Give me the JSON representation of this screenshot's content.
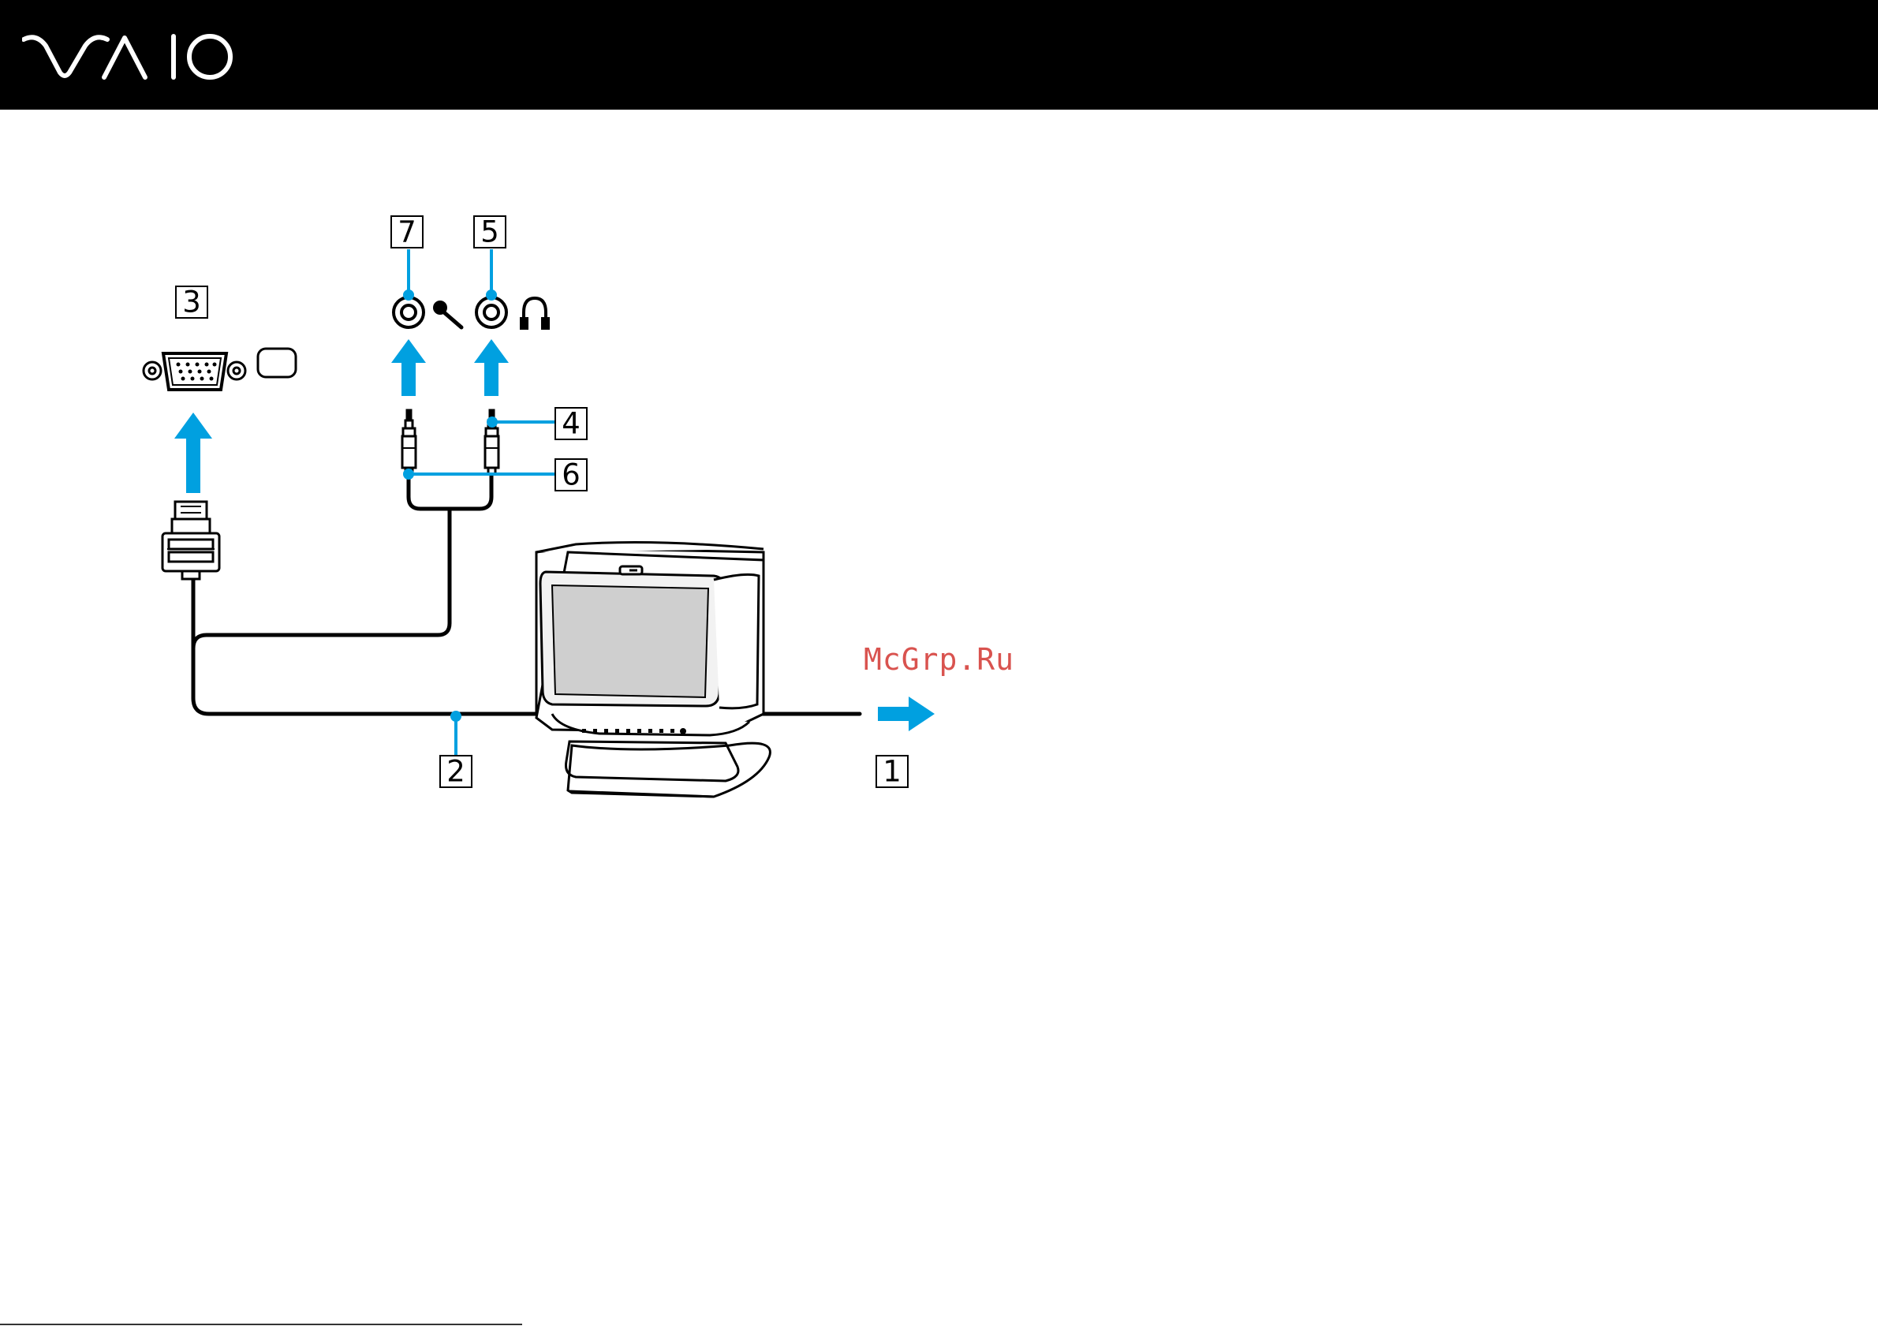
{
  "header": {
    "brand_logo_text": "VAIO",
    "background_color": "#000000",
    "logo_color": "#ffffff"
  },
  "diagram": {
    "accent_color": "#00a0e0",
    "callouts": [
      {
        "id": "1",
        "label": "1"
      },
      {
        "id": "2",
        "label": "2"
      },
      {
        "id": "3",
        "label": "3"
      },
      {
        "id": "4",
        "label": "4"
      },
      {
        "id": "5",
        "label": "5"
      },
      {
        "id": "6",
        "label": "6"
      },
      {
        "id": "7",
        "label": "7"
      }
    ],
    "icons": [
      "monitor-port-icon",
      "microphone-icon",
      "headphones-icon"
    ]
  },
  "watermark": {
    "text": "McGrp.Ru",
    "color": "#d9534f"
  }
}
